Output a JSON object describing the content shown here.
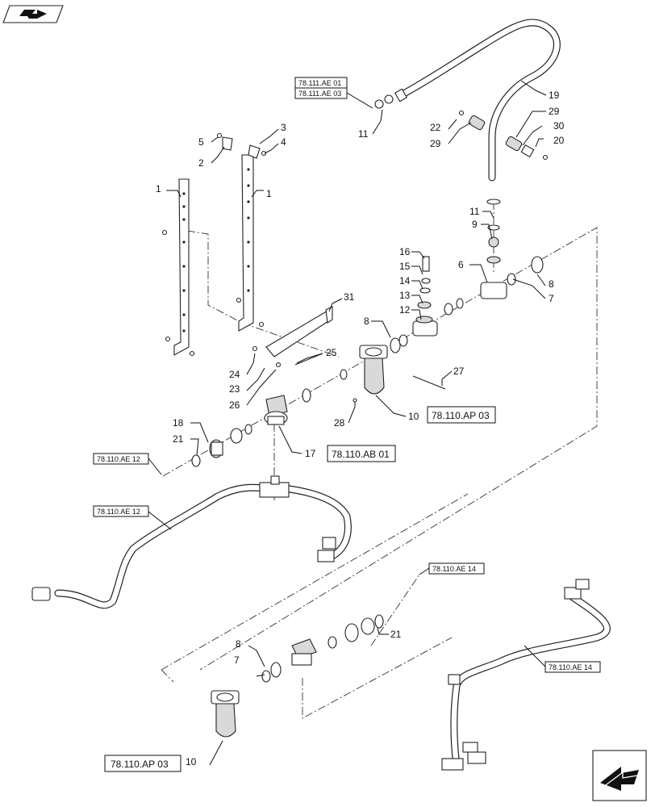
{
  "corner_icons": {
    "top_left": "book-arrow-icon",
    "bottom_right": "next-page-arrow-icon"
  },
  "callouts": {
    "c1a": "1",
    "c1b": "1",
    "c2": "2",
    "c3": "3",
    "c4": "4",
    "c5": "5",
    "c6": "6",
    "c7a": "7",
    "c7b": "7",
    "c8a": "8",
    "c8b": "8",
    "c8c": "8",
    "c9": "9",
    "c10a": "10",
    "c10b": "10",
    "c11a": "11",
    "c11b": "11",
    "c12": "12",
    "c13": "13",
    "c14": "14",
    "c15": "15",
    "c16": "16",
    "c17": "17",
    "c18": "18",
    "c19": "19",
    "c20": "20",
    "c21a": "21",
    "c21b": "21",
    "c22": "22",
    "c23": "23",
    "c24": "24",
    "c25": "25",
    "c26": "26",
    "c27": "27",
    "c28": "28",
    "c29a": "29",
    "c29b": "29",
    "c30": "30",
    "c31": "31"
  },
  "references": {
    "r_111_01": "78.111.AE 01",
    "r_111_03": "78.111.AE 03",
    "r_ap03_a": "78.110.AP 03",
    "r_ab01": "78.110.AB 01",
    "r_ae12_a": "78.110.AE 12",
    "r_ae12_b": "78.110.AE 12",
    "r_ae14_a": "78.110.AE 14",
    "r_ae14_b": "78.110.AE 14",
    "r_ap03_b": "78.110.AP 03"
  }
}
